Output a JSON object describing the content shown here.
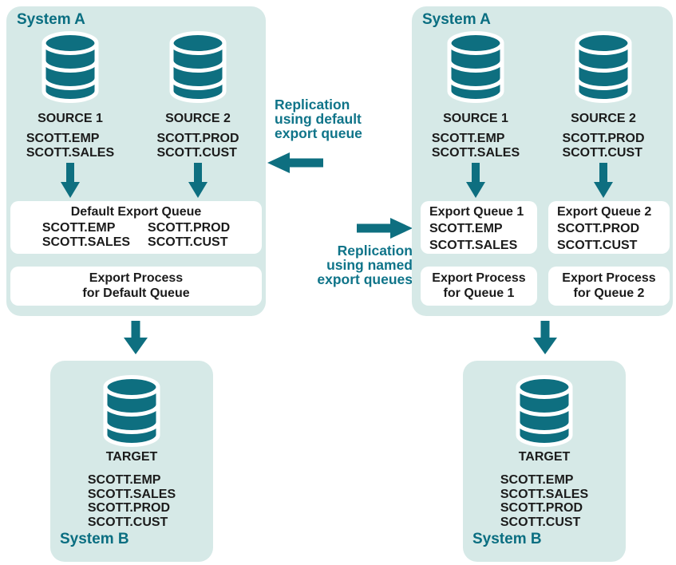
{
  "colors": {
    "teal_shapes": "#0e6f80",
    "teal_titles": "#0a6e81",
    "teal_middle_text": "#0f7489",
    "panel_background": "#d6e9e7",
    "box_background": "#ffffff",
    "body_text": "#1b1b1b"
  },
  "icons": {
    "database": "database-cylinder-icon",
    "arrow_down": "arrow-down-icon",
    "arrow_left": "arrow-left-icon",
    "arrow_right": "arrow-right-icon"
  },
  "left_diagram": {
    "system_a": {
      "title": "System A",
      "source1": {
        "label": "SOURCE 1",
        "tables": [
          "SCOTT.EMP",
          "SCOTT.SALES"
        ]
      },
      "source2": {
        "label": "SOURCE 2",
        "tables": [
          "SCOTT.PROD",
          "SCOTT.CUST"
        ]
      },
      "queue_box": {
        "title": "Default Export Queue",
        "col1": [
          "SCOTT.EMP",
          "SCOTT.SALES"
        ],
        "col2": [
          "SCOTT.PROD",
          "SCOTT.CUST"
        ]
      },
      "process_box": {
        "line1": "Export Process",
        "line2": "for Default Queue"
      }
    },
    "system_b": {
      "title": "System B",
      "target_label": "TARGET",
      "tables": [
        "SCOTT.EMP",
        "SCOTT.SALES",
        "SCOTT.PROD",
        "SCOTT.CUST"
      ]
    }
  },
  "middle": {
    "default_label": {
      "line1": "Replication",
      "line2": "using default",
      "line3": "export queue"
    },
    "named_label": {
      "line1": "Replication",
      "line2": "using named",
      "line3": "export queues"
    }
  },
  "right_diagram": {
    "system_a": {
      "title": "System A",
      "source1": {
        "label": "SOURCE 1",
        "tables": [
          "SCOTT.EMP",
          "SCOTT.SALES"
        ]
      },
      "source2": {
        "label": "SOURCE 2",
        "tables": [
          "SCOTT.PROD",
          "SCOTT.CUST"
        ]
      },
      "queue_box1": {
        "title": "Export Queue 1",
        "tables": [
          "SCOTT.EMP",
          "SCOTT.SALES"
        ]
      },
      "queue_box2": {
        "title": "Export Queue 2",
        "tables": [
          "SCOTT.PROD",
          "SCOTT.CUST"
        ]
      },
      "process_box1": {
        "line1": "Export Process",
        "line2": "for Queue 1"
      },
      "process_box2": {
        "line1": "Export Process",
        "line2": "for Queue 2"
      }
    },
    "system_b": {
      "title": "System B",
      "target_label": "TARGET",
      "tables": [
        "SCOTT.EMP",
        "SCOTT.SALES",
        "SCOTT.PROD",
        "SCOTT.CUST"
      ]
    }
  }
}
